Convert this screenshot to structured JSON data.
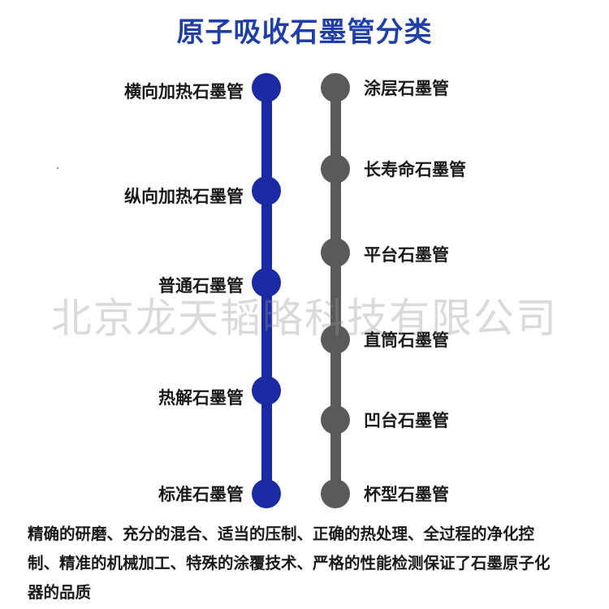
{
  "title": "原子吸收石墨管分类",
  "watermark": "北京龙天韬略科技有限公司",
  "colors": {
    "left_line": "#1a2aa3",
    "right_line": "#5a5a5a",
    "title": "#1f3fa6"
  },
  "left_column": [
    {
      "label": "横向加热石墨管"
    },
    {
      "label": "纵向加热石墨管"
    },
    {
      "label": "普通石墨管"
    },
    {
      "label": "热解石墨管"
    },
    {
      "label": "标准石墨管"
    }
  ],
  "right_column": [
    {
      "label": "涂层石墨管"
    },
    {
      "label": "长寿命石墨管"
    },
    {
      "label": "平台石墨管"
    },
    {
      "label": "直筒石墨管"
    },
    {
      "label": "凹台石墨管"
    },
    {
      "label": "杯型石墨管"
    }
  ],
  "description": "精确的研磨、充分的混合、适当的压制、正确的热处理、全过程的净化控制、精准的机械加工、特殊的涂覆技术、严格的性能检测保证了石墨原子化器的品质"
}
